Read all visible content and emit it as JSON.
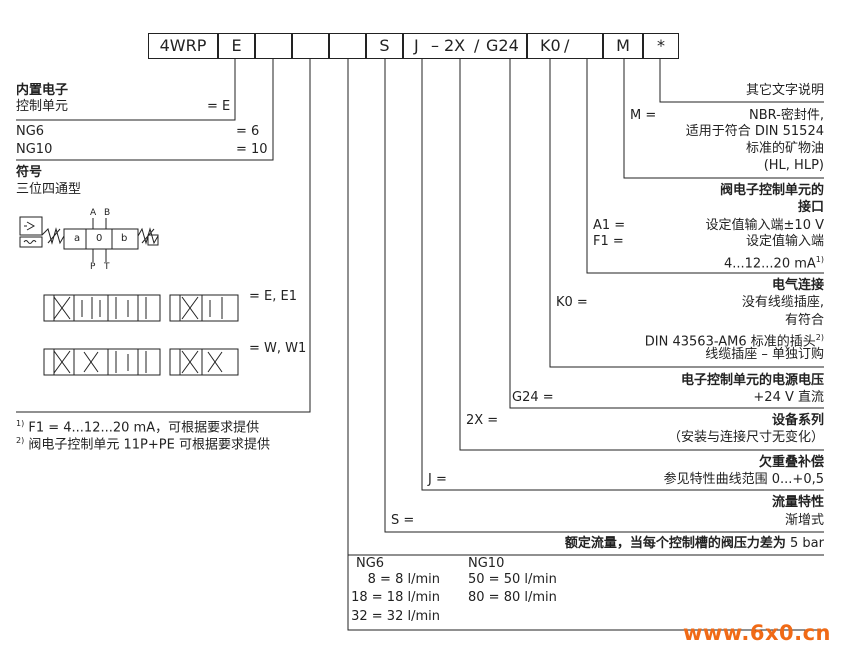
{
  "code_boxes": [
    "4WRP",
    "E",
    "",
    "",
    "",
    "S",
    "J",
    "2X",
    "G24",
    "K0",
    "",
    "M",
    "*"
  ],
  "code_slashes": [
    "/",
    "/"
  ],
  "code_dash": "–",
  "left": {
    "electronics_title_1": "内置电子",
    "electronics_title_2": "控制单元",
    "electronics_value": "= E",
    "ng6_label": "NG6",
    "ng6_value": "=   6",
    "ng10_label": "NG10",
    "ng10_value": "= 10",
    "symbol_title": "符号",
    "symbol_sub": "三位四通型",
    "port_a": "A",
    "port_b": "B",
    "port_p": "P",
    "port_t": "T",
    "spool_a": "a",
    "spool_0": "0",
    "spool_b": "b",
    "variant_e": "= E, E1",
    "variant_w": "= W, W1",
    "foot1_mark": "1)",
    "foot1": "F1 = 4...12...20 mA，可根据要求提供",
    "foot2_mark": "2)",
    "foot2": "阀电子控制单元 11P+PE 可根据要求提供"
  },
  "right": {
    "other_title": "其它文字说明",
    "m_key": "M =",
    "m_line1": "NBR-密封件,",
    "m_line2": "适用于符合 DIN 51524",
    "m_line3": "标准的矿物油",
    "m_line4": "(HL, HLP)",
    "iface_title_1": "阀电子控制单元的",
    "iface_title_2": "接口",
    "a1_key": "A1 =",
    "a1_text": "设定值输入端±10 V",
    "f1_key": "F1 =",
    "f1_text": "设定值输入端",
    "f1_text2": "4...12...20 mA",
    "f1_sup": "1)",
    "elec_title": "电气连接",
    "k0_key": "K0 =",
    "k0_line1": "没有线缆插座,",
    "k0_line2": "有符合",
    "k0_line3": "DIN 43563-AM6 标准的插头",
    "k0_sup": "2)",
    "k0_line4": "线缆插座 – 单独订购",
    "power_title": "电子控制单元的电源电压",
    "g24_key": "G24 =",
    "g24_text": "+24 V 直流",
    "series_title": "设备系列",
    "series_key": "2X =",
    "series_text": "（安装与连接尺寸无变化）",
    "lap_title": "欠重叠补偿",
    "j_key": "J =",
    "j_text": "参见特性曲线范围 0...+0,5",
    "flow_title": "流量特性",
    "s_key": "S =",
    "s_text": "渐增式",
    "rated_title": "额定流量，当每个控制槽的阀压力差为",
    "rated_tail": "5 bar",
    "ng6_head": "NG6",
    "ng6_rows": [
      "8 =   8 l/min",
      "18 = 18 l/min",
      "32 = 32 l/min"
    ],
    "ng10_head": "NG10",
    "ng10_rows": [
      "50 = 50 l/min",
      "80 = 80 l/min"
    ]
  },
  "watermark": "www.6x0.cn",
  "colors": {
    "line": "#222222",
    "watermark": "#f06a16"
  }
}
